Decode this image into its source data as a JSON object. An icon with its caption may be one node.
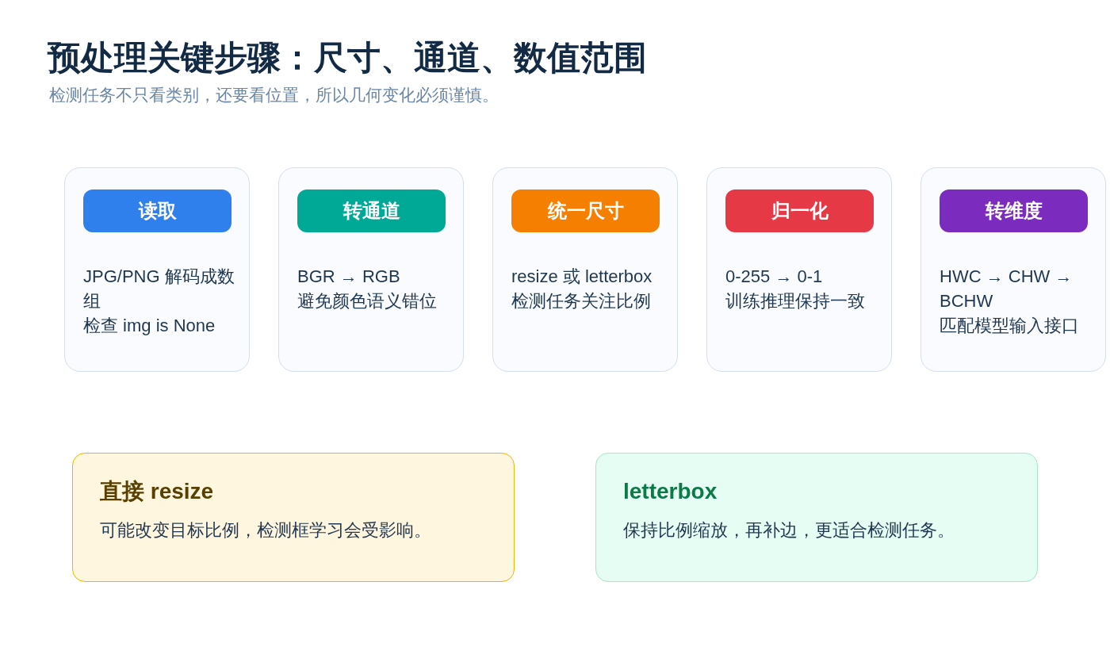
{
  "diagram": {
    "title": "预处理关键步骤：尺寸、通道、数值范围",
    "nodes": [
      {
        "text": [
          "JPG/PNG 解码成数组",
          "检查 img is None"
        ]
      },
      {
        "text": [
          "读取"
        ],
        "in": 0
      },
      {
        "text": [
          "BGR → RGB",
          "避免颜色语义错位"
        ]
      },
      {
        "text": [
          "转通道"
        ],
        "in": 2
      },
      {
        "text": [
          "resize 或 letterbox",
          "检测任务关注比例"
        ]
      },
      {
        "text": [
          "统一尺寸"
        ],
        "in": 4
      },
      {
        "text": [
          "0-255 → 0-1",
          "训练推理保持一致"
        ]
      },
      {
        "text": [
          "归一化"
        ],
        "in": 6
      },
      {
        "text": [
          "HWC → CHW → BCHW",
          "匹配模型输入接口"
        ]
      },
      {
        "text": [
          "转维度"
        ],
        "in": 8
      },
      {
        "text": [
          "直接 resize",
          "可能改变目标比例，检测框学习会受影响。"
        ]
      },
      {
        "text": [
          "letterbox",
          "保持比例缩放，再补边，更适合检测任务。"
        ]
      }
    ],
    "labels": [
      "检测任务不只看类别，还要看位置，所以几何变化必须谨慎。"
    ]
  }
}
